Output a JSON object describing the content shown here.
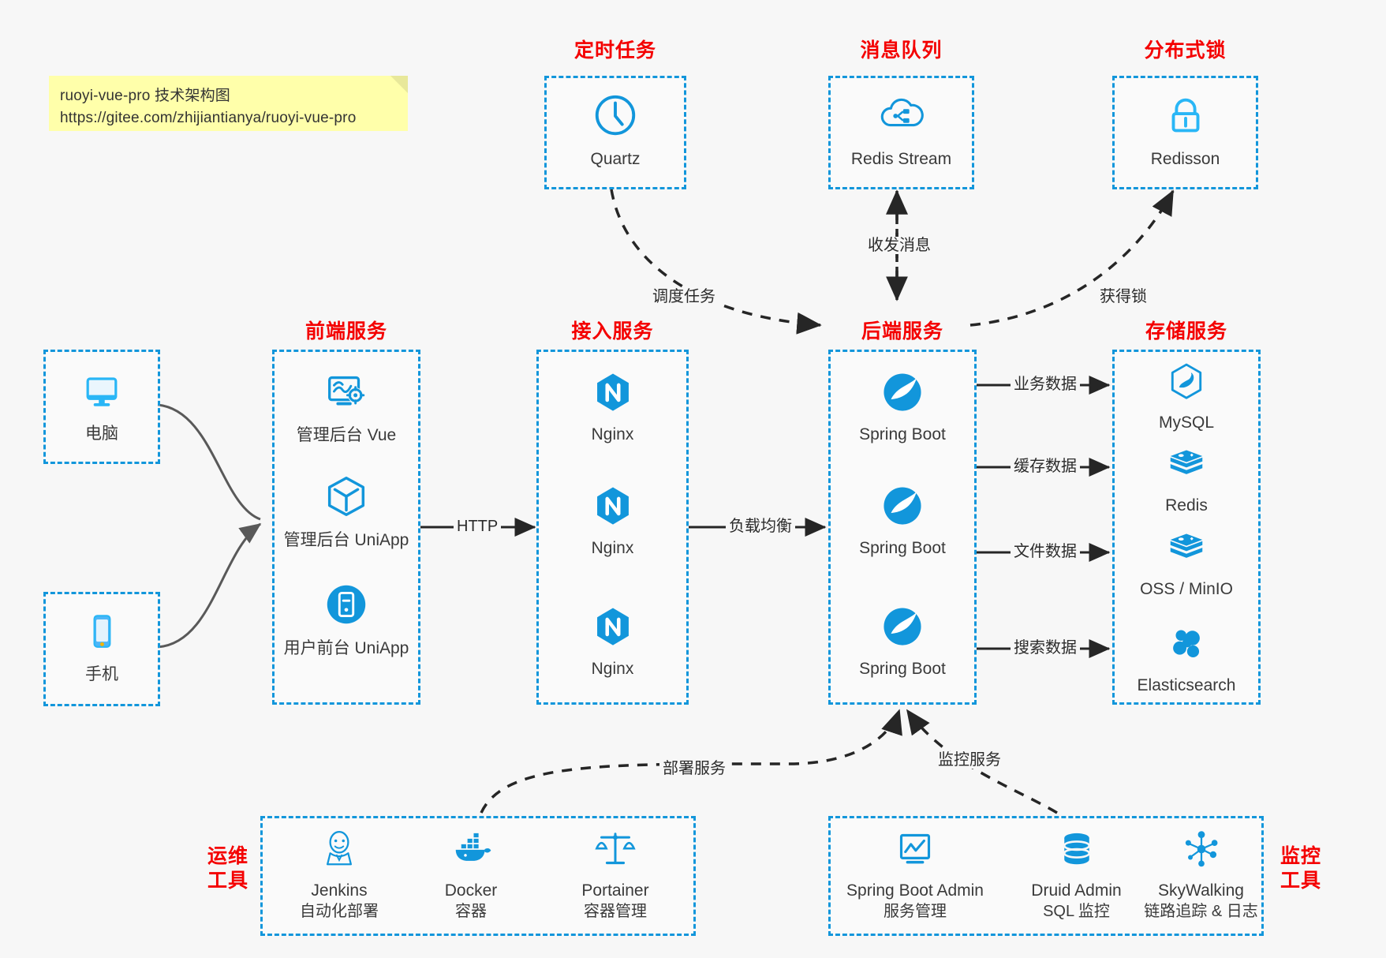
{
  "note": {
    "line1": "ruoyi-vue-pro 技术架构图",
    "line2": "https://gitee.com/zhijiantianya/ruoyi-vue-pro"
  },
  "colors": {
    "accent_blue": "#1296db",
    "header_red": "#f40000",
    "note_yellow": "#ffffaa",
    "background": "#f7f7f7",
    "arrow_dark": "#262626",
    "arrow_gray": "#595959"
  },
  "sections": {
    "scheduled_task": "定时任务",
    "message_queue": "消息队列",
    "distributed_lock": "分布式锁",
    "frontend_service": "前端服务",
    "gateway_service": "接入服务",
    "backend_service": "后端服务",
    "storage_service": "存储服务",
    "devops_tools_l1": "运维",
    "devops_tools_l2": "工具",
    "monitor_tools_l1": "监控",
    "monitor_tools_l2": "工具"
  },
  "clients": [
    {
      "label": "电脑",
      "icon": "desktop-computer-icon"
    },
    {
      "label": "手机",
      "icon": "mobile-phone-icon"
    }
  ],
  "scheduled_task_nodes": [
    {
      "label": "Quartz",
      "icon": "clock-icon"
    }
  ],
  "message_queue_nodes": [
    {
      "label": "Redis Stream",
      "icon": "cloud-stream-icon"
    }
  ],
  "distributed_lock_nodes": [
    {
      "label": "Redisson",
      "icon": "lock-icon"
    }
  ],
  "frontend_nodes": [
    {
      "label": "管理后台 Vue",
      "icon": "dashboard-settings-icon"
    },
    {
      "label": "管理后台 UniApp",
      "icon": "cube-icon"
    },
    {
      "label": "用户前台 UniApp",
      "icon": "mobile-app-icon"
    }
  ],
  "gateway_nodes": [
    {
      "label": "Nginx",
      "icon": "nginx-icon"
    },
    {
      "label": "Nginx",
      "icon": "nginx-icon"
    },
    {
      "label": "Nginx",
      "icon": "nginx-icon"
    }
  ],
  "backend_nodes": [
    {
      "label": "Spring Boot",
      "icon": "spring-boot-icon"
    },
    {
      "label": "Spring Boot",
      "icon": "spring-boot-icon"
    },
    {
      "label": "Spring Boot",
      "icon": "spring-boot-icon"
    }
  ],
  "storage_nodes": [
    {
      "label": "MySQL",
      "icon": "mysql-dolphin-icon"
    },
    {
      "label": "Redis",
      "icon": "redis-stack-icon"
    },
    {
      "label": "OSS / MinIO",
      "icon": "object-storage-icon"
    },
    {
      "label": "Elasticsearch",
      "icon": "elasticsearch-icon"
    }
  ],
  "devops_nodes": [
    {
      "name": "Jenkins",
      "desc": "自动化部署",
      "icon": "jenkins-butler-icon"
    },
    {
      "name": "Docker",
      "desc": "容器",
      "icon": "docker-whale-icon"
    },
    {
      "name": "Portainer",
      "desc": "容器管理",
      "icon": "balance-scale-icon"
    }
  ],
  "monitor_nodes": [
    {
      "name": "Spring Boot Admin",
      "desc": "服务管理",
      "icon": "monitor-chart-icon"
    },
    {
      "name": "Druid Admin",
      "desc": "SQL 监控",
      "icon": "database-icon"
    },
    {
      "name": "SkyWalking",
      "desc": "链路追踪 & 日志",
      "icon": "network-nodes-icon"
    }
  ],
  "edges": [
    {
      "id": "http",
      "label": "HTTP"
    },
    {
      "id": "load-balance",
      "label": "负载均衡"
    },
    {
      "id": "schedule-task",
      "label": "调度任务"
    },
    {
      "id": "send-receive-message",
      "label": "收发消息"
    },
    {
      "id": "acquire-lock",
      "label": "获得锁"
    },
    {
      "id": "business-data",
      "label": "业务数据"
    },
    {
      "id": "cache-data",
      "label": "缓存数据"
    },
    {
      "id": "file-data",
      "label": "文件数据"
    },
    {
      "id": "search-data",
      "label": "搜索数据"
    },
    {
      "id": "deploy-service",
      "label": "部署服务"
    },
    {
      "id": "monitor-service",
      "label": "监控服务"
    }
  ]
}
